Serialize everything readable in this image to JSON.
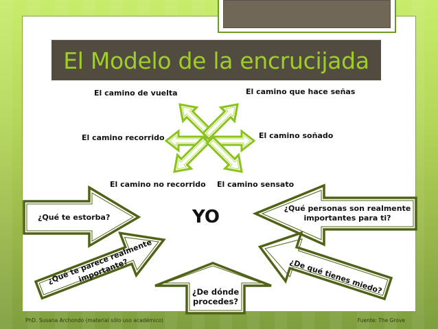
{
  "slide": {
    "title": "El Modelo de la encrucijada",
    "center_label": "YO",
    "colors": {
      "title_bg": "#524b40",
      "title_text": "#9fce2a",
      "cross_arrow_stroke": "#8cc21e",
      "question_arrow_stroke": "#4f6218",
      "panel_bg": "#ffffff"
    }
  },
  "paths": [
    {
      "label": "El camino de vuelta",
      "direction": "up-left"
    },
    {
      "label": "El camino que hace señas",
      "direction": "up-right"
    },
    {
      "label": "El camino recorrido",
      "direction": "left"
    },
    {
      "label": "El camino soñado",
      "direction": "right"
    },
    {
      "label": "El camino no recorrido",
      "direction": "down-left"
    },
    {
      "label": "El camino sensato",
      "direction": "down-right"
    }
  ],
  "questions": [
    {
      "text": "¿Qué te estorba?",
      "direction": "right"
    },
    {
      "line1": "¿Qué personas son realmente",
      "line2": "importantes para ti?",
      "direction": "left"
    },
    {
      "line1": "¿Qué te parece realmente",
      "line2": "importante?",
      "direction": "up-right"
    },
    {
      "line1": "¿De dónde",
      "line2": "procedes?",
      "direction": "up"
    },
    {
      "text": "¿De qué tienes miedo?",
      "direction": "up-left"
    }
  ],
  "footer": {
    "left": "PhD. Susana Archondo (material sólo uso académico)",
    "right": "Fuente: The Grove"
  }
}
